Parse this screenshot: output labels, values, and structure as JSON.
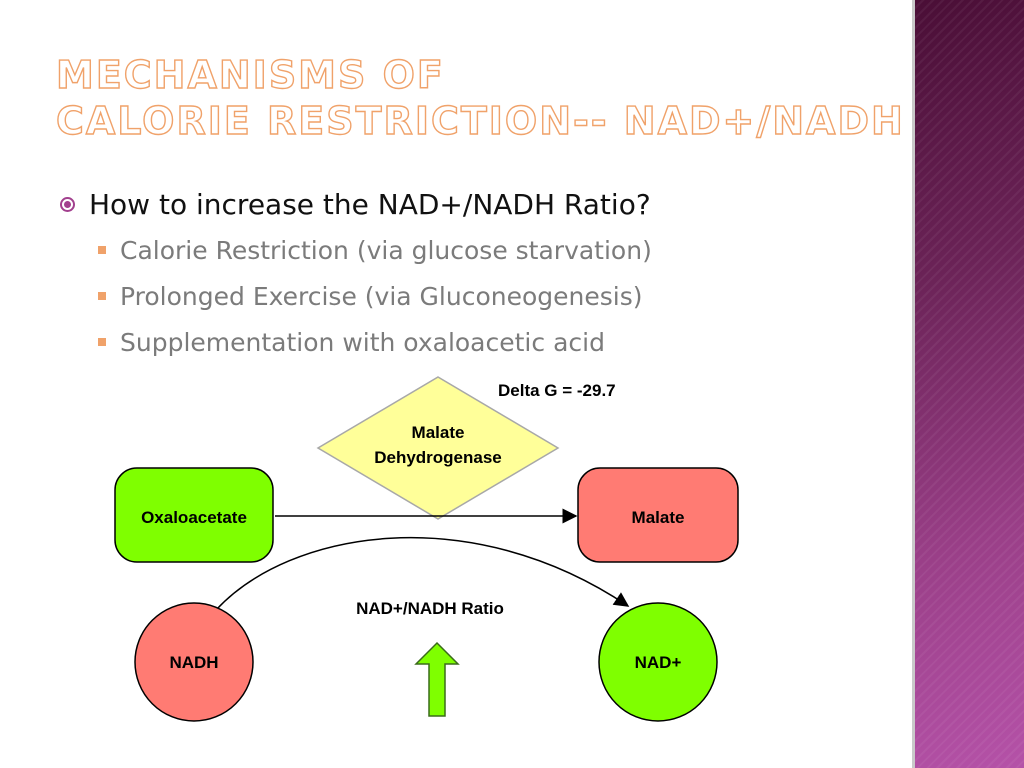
{
  "slide": {
    "title_line1": "Mechanisms of",
    "title_line2": "Calorie Restriction-- NAD+/NADH",
    "bullet_main": "How to increase the NAD+/NADH Ratio?",
    "sub_bullets": [
      "Calorie Restriction (via glucose starvation)",
      "Prolonged Exercise (via Gluconeogenesis)",
      "Supplementation with oxaloacetic acid"
    ]
  },
  "diagram": {
    "delta_g": "Delta G = -29.7",
    "enzyme_line1": "Malate",
    "enzyme_line2": "Dehydrogenase",
    "substrate": "Oxaloacetate",
    "product": "Malate",
    "cofactor_in": "NADH",
    "cofactor_out": "NAD+",
    "ratio_label": "NAD+/NADH Ratio",
    "ratio_arrow_icon": "up-arrow-icon"
  },
  "colors": {
    "accent_orange": "#f0a26a",
    "accent_purple": "#a2408e",
    "green_box": "#7fff00",
    "red_box": "#ff7b73",
    "enzyme_yellow": "#ffff99"
  }
}
